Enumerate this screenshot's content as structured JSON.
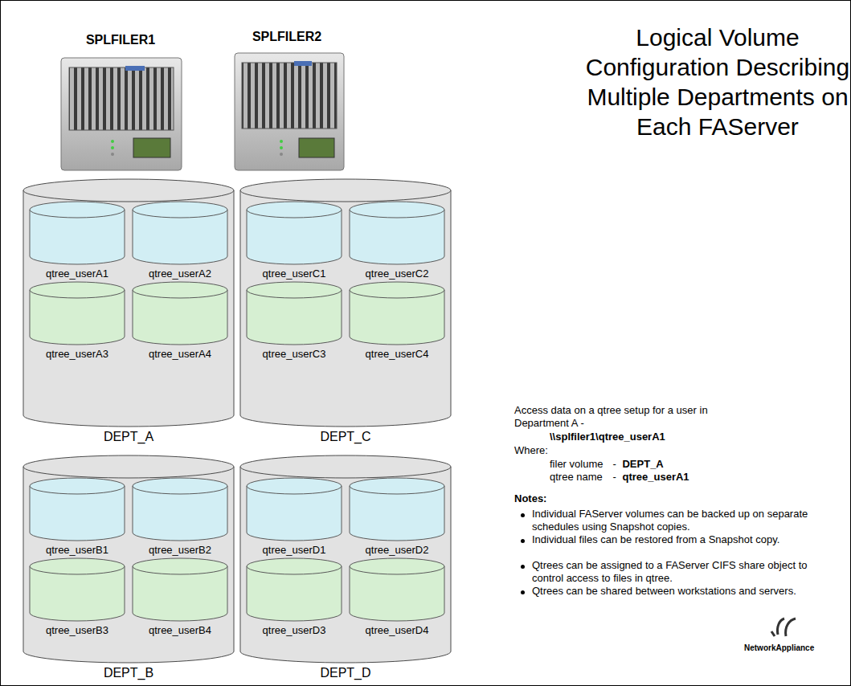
{
  "diagram": {
    "title": "Logical Volume Configuration Describing Multiple Departments on Each FAServer",
    "nodes": [
      {
        "text": [
          "DEPT_A"
        ]
      },
      {
        "text": [
          "qtree_userA1"
        ],
        "in": 0
      },
      {
        "text": [
          "qtree_userA2"
        ],
        "in": 0
      },
      {
        "text": [
          "qtree_userA3"
        ],
        "in": 0
      },
      {
        "text": [
          "qtree_userA4"
        ],
        "in": 0
      },
      {
        "text": [
          "DEPT_C"
        ]
      },
      {
        "text": [
          "qtree_userC1"
        ],
        "in": 5
      },
      {
        "text": [
          "qtree_userC2"
        ],
        "in": 5
      },
      {
        "text": [
          "qtree_userC3"
        ],
        "in": 5
      },
      {
        "text": [
          "qtree_userC4"
        ],
        "in": 5
      },
      {
        "text": [
          "DEPT_B"
        ]
      },
      {
        "text": [
          "qtree_userB1"
        ],
        "in": 10
      },
      {
        "text": [
          "qtree_userB2"
        ],
        "in": 10
      },
      {
        "text": [
          "qtree_userB3"
        ],
        "in": 10
      },
      {
        "text": [
          "qtree_userB4"
        ],
        "in": 10
      },
      {
        "text": [
          "DEPT_D"
        ]
      },
      {
        "text": [
          "qtree_userD1"
        ],
        "in": 15
      },
      {
        "text": [
          "qtree_userD2"
        ],
        "in": 15
      },
      {
        "text": [
          "qtree_userD3"
        ],
        "in": 15
      },
      {
        "text": [
          "qtree_userD4"
        ],
        "in": 15
      }
    ],
    "labels": [
      "SPLFILER1",
      "SPLFILER2",
      "Access data on a qtree setup for a user in Department A -",
      "\\\\splfiler1\\qtree_userA1",
      "Where:",
      "filer volume",
      "-",
      "DEPT_A",
      "qtree name",
      "-",
      "qtree_userA1",
      "Notes:",
      "Individual FAServer volumes can be backed up on separate schedules using Snapshot copies.",
      "Individual files can be restored from a Snapshot copy.",
      "Qtrees can be assigned to a FAServer CIFS share object to control access to files in qtree.",
      "Qtrees can be shared between workstations and servers.",
      "NetworkAppliance"
    ]
  }
}
